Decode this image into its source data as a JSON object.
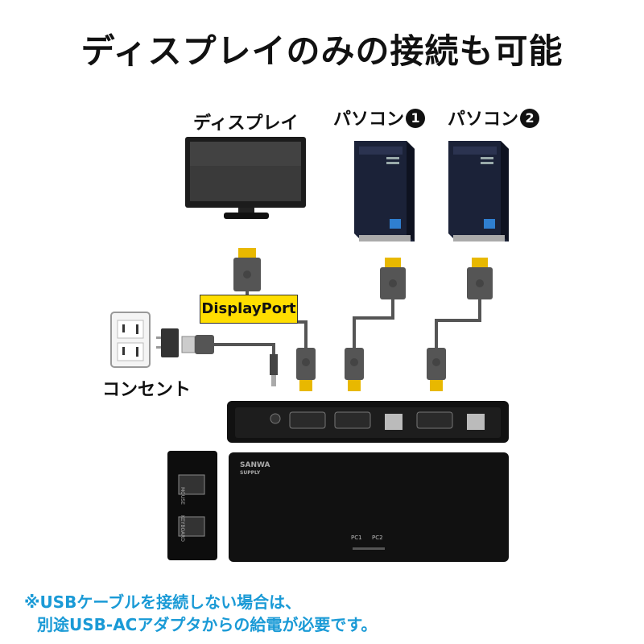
{
  "title": "ディスプレイのみの接続も可能",
  "labels": {
    "display": "ディスプレイ",
    "pc1": "パソコン",
    "pc1_num": "1",
    "pc2": "パソコン",
    "pc2_num": "2",
    "outlet": "コンセント",
    "displayport": "DisplayPort"
  },
  "device": {
    "brand_line1": "SANWA",
    "brand_line2": "SUPPLY",
    "pc1_led": "PC1",
    "pc2_led": "PC2",
    "port_mouse": "MOUSE",
    "port_keyboard": "KEYBOARD"
  },
  "note": {
    "line1": "※USBケーブルを接続しない場合は、",
    "line2": "別途USB-ACアダプタからの給電が必要です。"
  },
  "colors": {
    "note": "#1a9ad6",
    "dp_label_bg": "#ffde00",
    "connector_tip": "#e8b800",
    "cable": "#555555"
  }
}
